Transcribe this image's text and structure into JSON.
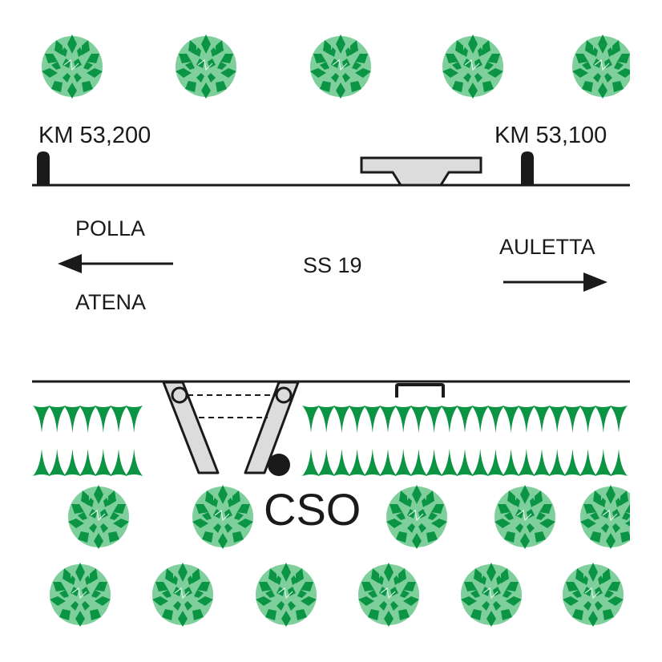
{
  "diagram": {
    "road_name": "SS 19",
    "markers": {
      "left": "KM 53,200",
      "right": "KM 53,100"
    },
    "directions": {
      "left_top": "POLLA",
      "left_bottom": "ATENA",
      "right": "AULETTA"
    },
    "structure_label": "CSO",
    "colors": {
      "line": "#1a1a1a",
      "gray_fill": "#dcdcdc",
      "tree_light": "#7fcf9d",
      "tree_dark": "#0a9444",
      "hedge": "#0a9444"
    },
    "icons": {
      "tree": "tree-canopy-icon",
      "hedge": "hedge-row-icon",
      "milestone": "kilometer-post-icon",
      "arrow_left": "arrow-left-icon",
      "arrow_right": "arrow-right-icon",
      "culvert": "culvert-icon",
      "gate": "gate-icon",
      "cso_point": "cso-point-icon"
    }
  }
}
